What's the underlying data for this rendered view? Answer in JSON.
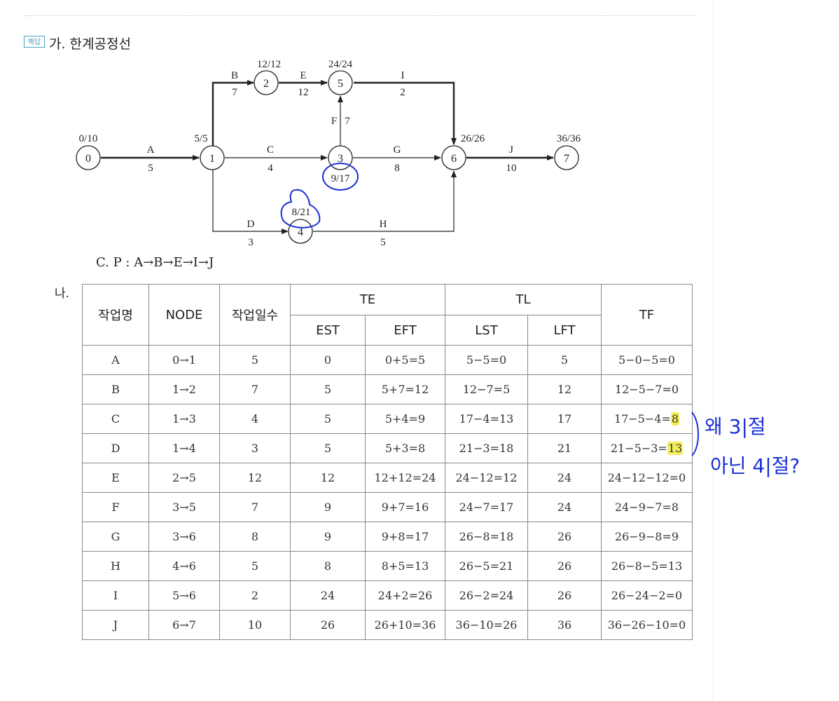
{
  "header": {
    "badge": "해답",
    "section_a": "가. 한계공정선",
    "section_b": "나."
  },
  "network": {
    "nodes": [
      {
        "id": "0",
        "times": "0/10"
      },
      {
        "id": "1",
        "times": "5/5"
      },
      {
        "id": "2",
        "times": "12/12"
      },
      {
        "id": "3",
        "times": "9/17"
      },
      {
        "id": "4",
        "times": "8/21"
      },
      {
        "id": "5",
        "times": "24/24"
      },
      {
        "id": "6",
        "times": "26/26"
      },
      {
        "id": "7",
        "times": "36/36"
      }
    ],
    "activities": [
      {
        "name": "A",
        "duration": "5",
        "critical": true
      },
      {
        "name": "B",
        "duration": "7",
        "critical": true
      },
      {
        "name": "C",
        "duration": "4",
        "critical": false
      },
      {
        "name": "D",
        "duration": "3",
        "critical": false
      },
      {
        "name": "E",
        "duration": "12",
        "critical": true
      },
      {
        "name": "F",
        "duration": "7",
        "critical": false
      },
      {
        "name": "G",
        "duration": "8",
        "critical": false
      },
      {
        "name": "H",
        "duration": "5",
        "critical": false
      },
      {
        "name": "I",
        "duration": "2",
        "critical": true
      },
      {
        "name": "J",
        "duration": "10",
        "critical": true
      }
    ],
    "critical_path": "C. P : A→B→E→I→J"
  },
  "table": {
    "headers": {
      "task": "작업명",
      "node": "NODE",
      "days": "작업일수",
      "te": "TE",
      "tl": "TL",
      "tf": "TF",
      "est": "EST",
      "eft": "EFT",
      "lst": "LST",
      "lft": "LFT"
    },
    "rows": [
      {
        "task": "A",
        "node": "0→1",
        "days": "5",
        "est": "0",
        "eft": "0+5=5",
        "lst": "5−5=0",
        "lft": "5",
        "tf": "5−0−5=0"
      },
      {
        "task": "B",
        "node": "1→2",
        "days": "7",
        "est": "5",
        "eft": "5+7=12",
        "lst": "12−7=5",
        "lft": "12",
        "tf": "12−5−7=0"
      },
      {
        "task": "C",
        "node": "1→3",
        "days": "4",
        "est": "5",
        "eft": "5+4=9",
        "lst": "17−4=13",
        "lft": "17",
        "tf": "17−5−4=",
        "tf_hl": "8"
      },
      {
        "task": "D",
        "node": "1→4",
        "days": "3",
        "est": "5",
        "eft": "5+3=8",
        "lst": "21−3=18",
        "lft": "21",
        "tf": "21−5−3=",
        "tf_hl": "13"
      },
      {
        "task": "E",
        "node": "2→5",
        "days": "12",
        "est": "12",
        "eft": "12+12=24",
        "lst": "24−12=12",
        "lft": "24",
        "tf": "24−12−12=0"
      },
      {
        "task": "F",
        "node": "3→5",
        "days": "7",
        "est": "9",
        "eft": "9+7=16",
        "lst": "24−7=17",
        "lft": "24",
        "tf": "24−9−7=8"
      },
      {
        "task": "G",
        "node": "3→6",
        "days": "8",
        "est": "9",
        "eft": "9+8=17",
        "lst": "26−8=18",
        "lft": "26",
        "tf": "26−9−8=9"
      },
      {
        "task": "H",
        "node": "4→6",
        "days": "5",
        "est": "8",
        "eft": "8+5=13",
        "lst": "26−5=21",
        "lft": "26",
        "tf": "26−8−5=13"
      },
      {
        "task": "I",
        "node": "5→6",
        "days": "2",
        "est": "24",
        "eft": "24+2=26",
        "lst": "26−2=24",
        "lft": "26",
        "tf": "26−24−2=0"
      },
      {
        "task": "J",
        "node": "6→7",
        "days": "10",
        "est": "26",
        "eft": "26+10=36",
        "lst": "36−10=26",
        "lft": "36",
        "tf": "36−26−10=0"
      }
    ]
  },
  "handwriting": {
    "line1": "왜 3|절",
    "line2": "아닌 4|절?",
    "color": "#1a2fd8"
  },
  "colors": {
    "highlight": "#f4ee5c",
    "ink": "#1a2fd8",
    "badge": "#4aa3c8"
  }
}
